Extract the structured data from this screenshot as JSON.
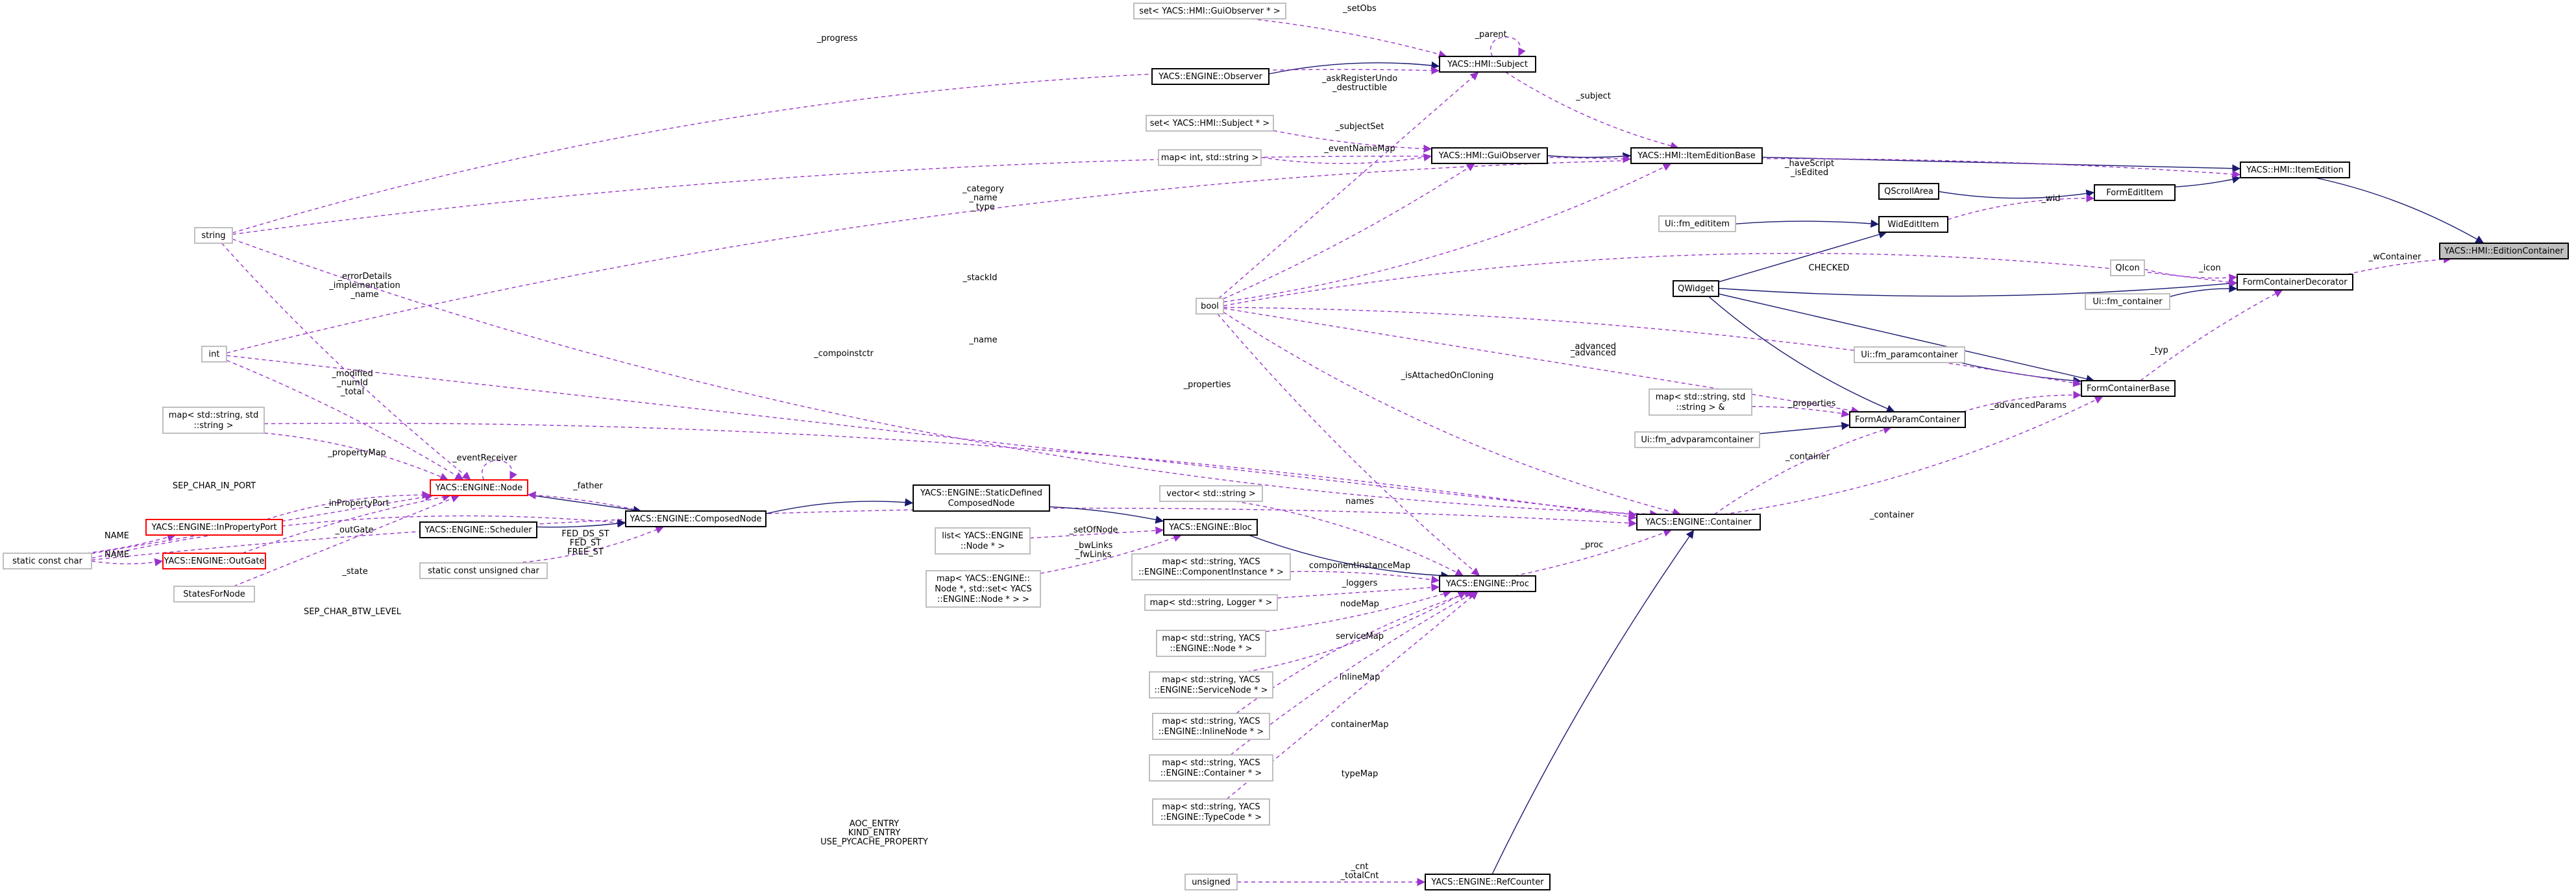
{
  "colors": {
    "inherit_edge": "#191970",
    "usage_edge": "#9a32cd",
    "class_border": "#000000",
    "external_border": "#bfbfbf",
    "truncated_border": "#ff0000",
    "focus_fill": "#bfbfbf",
    "background": "#ffffff"
  },
  "nodes": {
    "edition_container": {
      "lines": [
        "YACS::HMI::EditionContainer"
      ],
      "style": "focus"
    },
    "item_edition": {
      "lines": [
        "YACS::HMI::ItemEdition"
      ],
      "style": "class"
    },
    "form_container_decorator": {
      "lines": [
        "FormContainerDecorator"
      ],
      "style": "class"
    },
    "item_edition_base": {
      "lines": [
        "YACS::HMI::ItemEditionBase"
      ],
      "style": "class"
    },
    "form_edit_item": {
      "lines": [
        "FormEditItem"
      ],
      "style": "class"
    },
    "qscrollarea": {
      "lines": [
        "QScrollArea"
      ],
      "style": "class"
    },
    "wid_edit_item": {
      "lines": [
        "WidEditItem"
      ],
      "style": "class"
    },
    "ui_fm_edititem": {
      "lines": [
        "Ui::fm_edititem"
      ],
      "style": "external"
    },
    "qicon": {
      "lines": [
        "QIcon"
      ],
      "style": "external"
    },
    "ui_fm_container": {
      "lines": [
        "Ui::fm_container"
      ],
      "style": "external"
    },
    "qwidget": {
      "lines": [
        "QWidget"
      ],
      "style": "class"
    },
    "form_container_base": {
      "lines": [
        "FormContainerBase"
      ],
      "style": "class"
    },
    "ui_fm_paramcontainer": {
      "lines": [
        "Ui::fm_paramcontainer"
      ],
      "style": "external"
    },
    "form_adv_param_container": {
      "lines": [
        "FormAdvParamContainer"
      ],
      "style": "class"
    },
    "map_string_string_ref": {
      "lines": [
        "map< std::string, std",
        "::string > &"
      ],
      "style": "external"
    },
    "ui_fm_advparamcontainer": {
      "lines": [
        "Ui::fm_advparamcontainer"
      ],
      "style": "external"
    },
    "set_guiobserver": {
      "lines": [
        "set< YACS::HMI::GuiObserver * >"
      ],
      "style": "external"
    },
    "hmi_subject": {
      "lines": [
        "YACS::HMI::Subject"
      ],
      "style": "class"
    },
    "engine_observer": {
      "lines": [
        "YACS::ENGINE::Observer"
      ],
      "style": "class"
    },
    "set_subject": {
      "lines": [
        "set< YACS::HMI::Subject * >"
      ],
      "style": "external"
    },
    "hmi_guiobserver": {
      "lines": [
        "YACS::HMI::GuiObserver"
      ],
      "style": "class"
    },
    "map_int_string": {
      "lines": [
        "map< int, std::string >"
      ],
      "style": "external"
    },
    "string": {
      "lines": [
        "string"
      ],
      "style": "external"
    },
    "bool": {
      "lines": [
        "bool"
      ],
      "style": "external"
    },
    "int": {
      "lines": [
        "int"
      ],
      "style": "external"
    },
    "map_string_string": {
      "lines": [
        "map< std::string, std",
        "::string >"
      ],
      "style": "external"
    },
    "static_const_char": {
      "lines": [
        "static const char"
      ],
      "style": "external"
    },
    "engine_node": {
      "lines": [
        "YACS::ENGINE::Node"
      ],
      "style": "truncated"
    },
    "engine_inputport": {
      "lines": [
        "YACS::ENGINE::InPropertyPort"
      ],
      "style": "truncated"
    },
    "engine_outgate": {
      "lines": [
        "YACS::ENGINE::OutGate"
      ],
      "style": "truncated"
    },
    "states_for_node": {
      "lines": [
        "StatesForNode"
      ],
      "style": "external"
    },
    "engine_scheduler": {
      "lines": [
        "YACS::ENGINE::Scheduler"
      ],
      "style": "class"
    },
    "engine_composednode": {
      "lines": [
        "YACS::ENGINE::ComposedNode"
      ],
      "style": "class"
    },
    "static_const_uchar": {
      "lines": [
        "static const unsigned char"
      ],
      "style": "external"
    },
    "engine_staticdefined": {
      "lines": [
        "YACS::ENGINE::StaticDefined",
        "ComposedNode"
      ],
      "style": "class"
    },
    "engine_bloc": {
      "lines": [
        "YACS::ENGINE::Bloc"
      ],
      "style": "class"
    },
    "list_node": {
      "lines": [
        "list< YACS::ENGINE",
        "::Node * >"
      ],
      "style": "external"
    },
    "map_node_set": {
      "lines": [
        "map< YACS::ENGINE::",
        "Node *, std::set< YACS",
        "::ENGINE::Node * > >"
      ],
      "style": "external"
    },
    "vector_string": {
      "lines": [
        "vector< std::string >"
      ],
      "style": "external"
    },
    "map_component": {
      "lines": [
        "map< std::string, YACS",
        "::ENGINE::ComponentInstance * >"
      ],
      "style": "external"
    },
    "map_logger": {
      "lines": [
        "map< std::string, Logger * >"
      ],
      "style": "external"
    },
    "map_nodemap": {
      "lines": [
        "map< std::string, YACS",
        "::ENGINE::Node * >"
      ],
      "style": "external"
    },
    "map_service": {
      "lines": [
        "map< std::string, YACS",
        "::ENGINE::ServiceNode * >"
      ],
      "style": "external"
    },
    "map_inline": {
      "lines": [
        "map< std::string, YACS",
        "::ENGINE::InlineNode * >"
      ],
      "style": "external"
    },
    "map_container": {
      "lines": [
        "map< std::string, YACS",
        "::ENGINE::Container * >"
      ],
      "style": "external"
    },
    "map_typecode": {
      "lines": [
        "map< std::string, YACS",
        "::ENGINE::TypeCode * >"
      ],
      "style": "external"
    },
    "engine_proc": {
      "lines": [
        "YACS::ENGINE::Proc"
      ],
      "style": "class"
    },
    "engine_container": {
      "lines": [
        "YACS::ENGINE::Container"
      ],
      "style": "class"
    },
    "unsigned": {
      "lines": [
        "unsigned"
      ],
      "style": "external"
    },
    "engine_refcounter": {
      "lines": [
        "YACS::ENGINE::RefCounter"
      ],
      "style": "class"
    }
  },
  "edge_labels": [
    "_wContainer",
    "_setObs",
    "_parent",
    "_progress",
    "_askRegisterUndo",
    "_destructible",
    "_subject",
    "_subjectSet",
    "_eventNameMap",
    "_haveScript",
    "_isEdited",
    "_category",
    "_name",
    "_type",
    "_wid",
    "_stackId",
    "_icon",
    "CHECKED",
    "_errorDetails",
    "_implementation",
    "_name",
    "_typ",
    "_compoinstctr",
    "_advanced",
    "_name",
    "_isAttachedOnCloning",
    "_modified",
    "_numId",
    "_total",
    "_properties",
    "_advanced",
    "_properties",
    "_advancedParams",
    "_propertyMap",
    "_eventReceiver",
    "_container",
    "SEP_CHAR_IN_PORT",
    "_father",
    "_inPropertyPort",
    "names",
    "_setOfNode",
    "_outGate",
    "NAME",
    "FED_DS_ST",
    "FED_ST",
    "FREE_ST",
    "_fwLinks",
    "_bwLinks",
    "NAME",
    "_container",
    "componentInstanceMap",
    "_proc",
    "_state",
    "_loggers",
    "SEP_CHAR_BTW_LEVEL",
    "nodeMap",
    "serviceMap",
    "inlineMap",
    "containerMap",
    "typeMap",
    "AOC_ENTRY",
    "KIND_ENTRY",
    "USE_PYCACHE_PROPERTY",
    "_cnt",
    "_totalCnt"
  ]
}
